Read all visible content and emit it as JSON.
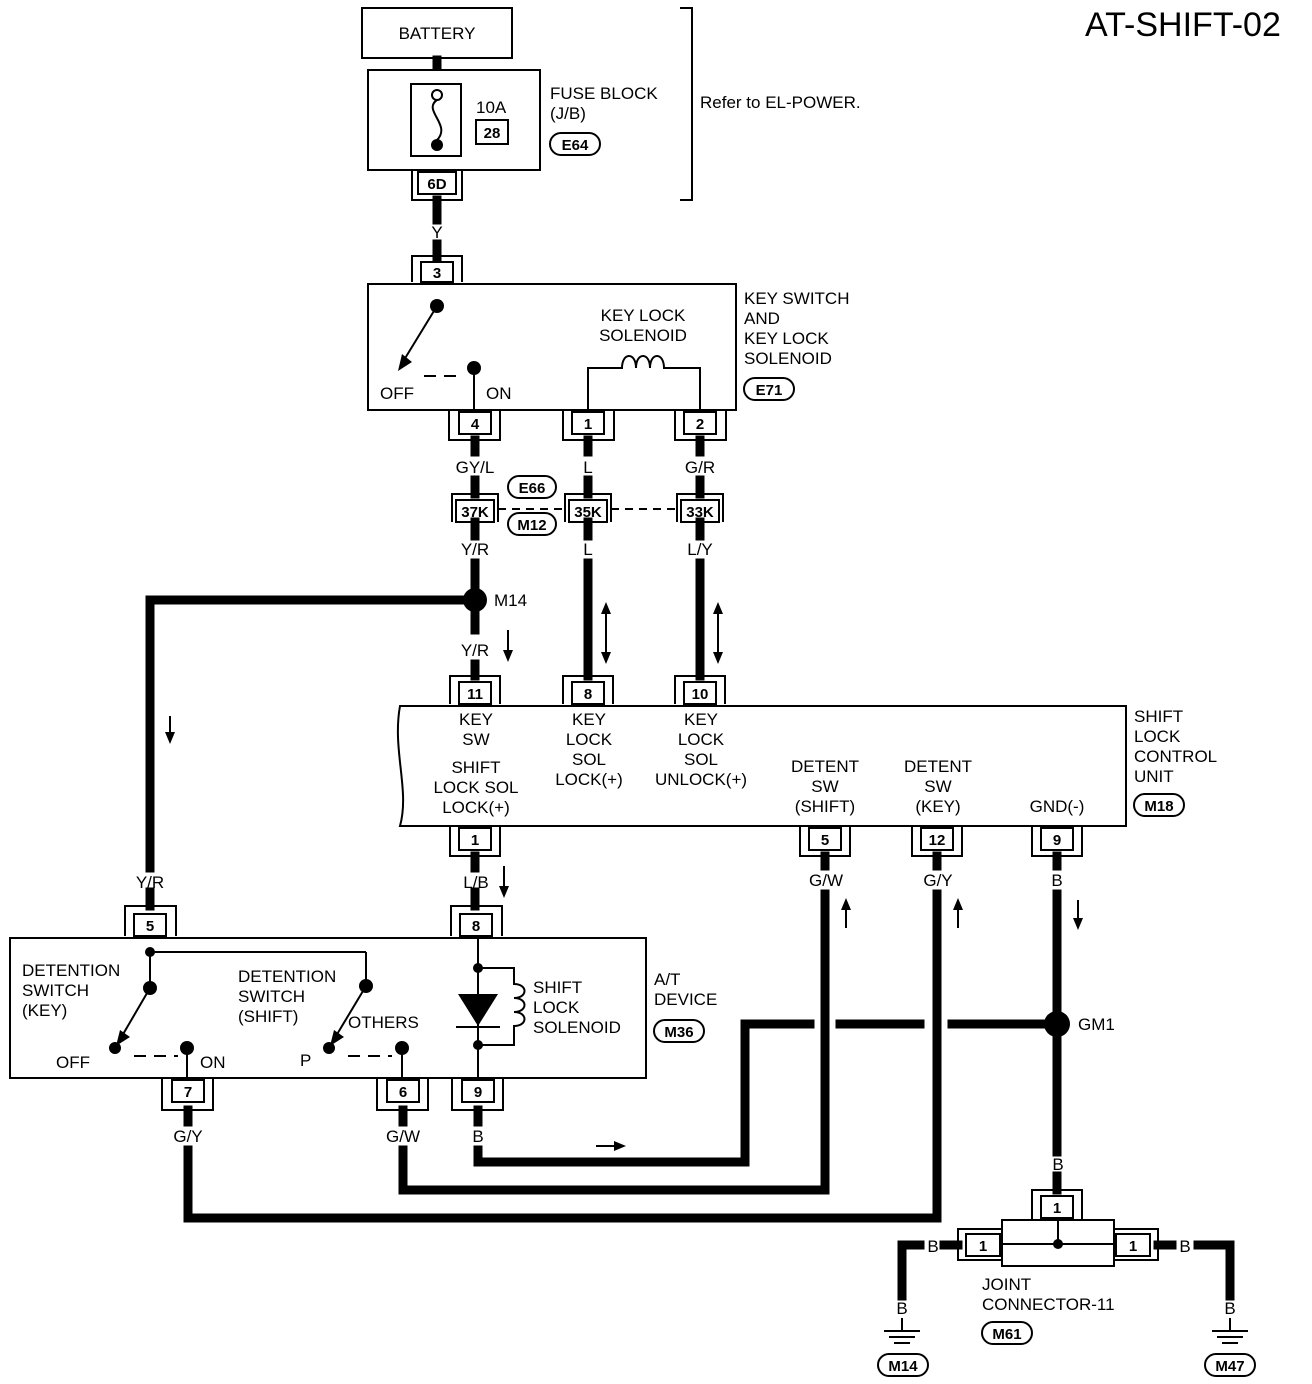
{
  "title": "AT-SHIFT-02",
  "battery": "BATTERY",
  "fuse_block": {
    "name": "FUSE BLOCK",
    "sub": "(J/B)",
    "connector": "E64",
    "amps": "10A",
    "fuse_no": "28",
    "pin": "6D",
    "refer": "Refer to EL-POWER."
  },
  "key_switch": {
    "name_lines": [
      "KEY SWITCH",
      "AND",
      "KEY LOCK",
      "SOLENOID"
    ],
    "connector": "E71",
    "solenoid_lines": [
      "KEY LOCK",
      "SOLENOID"
    ],
    "off": "OFF",
    "on": "ON",
    "pins": {
      "in": "3",
      "switch": "4",
      "sol1": "1",
      "sol2": "2"
    }
  },
  "wire_colors": {
    "y": "Y",
    "gyl": "GY/L",
    "l_top": "L",
    "gr": "G/R",
    "yr1": "Y/R",
    "l_mid": "L",
    "ly": "L/Y",
    "yr2": "Y/R",
    "yr_left": "Y/R",
    "lb": "L/B",
    "gw_right": "G/W",
    "gy_right": "G/Y",
    "b_gnd": "B",
    "gy_bottom": "G/Y",
    "gw_bottom": "G/W",
    "b_at": "B",
    "b_joint_top": "B",
    "b_left": "B",
    "b_right": "B",
    "b_m14": "B",
    "b_m47": "B"
  },
  "harness": {
    "conn_top": "E66",
    "conn_bottom": "M12",
    "pins": [
      "37K",
      "35K",
      "33K"
    ]
  },
  "splice_m14": "M14",
  "shift_lock_unit": {
    "name_lines": [
      "SHIFT",
      "LOCK",
      "CONTROL",
      "UNIT"
    ],
    "connector": "M18",
    "pins": {
      "key_sw": "11",
      "lock": "8",
      "unlock": "10",
      "shift_lock": "1",
      "detent_shift": "5",
      "detent_key": "12",
      "gnd": "9"
    },
    "key_sw_lines": [
      "KEY",
      "SW"
    ],
    "lock_lines": [
      "KEY",
      "LOCK",
      "SOL",
      "LOCK(+)"
    ],
    "unlock_lines": [
      "KEY",
      "LOCK",
      "SOL",
      "UNLOCK(+)"
    ],
    "shift_lock_lines": [
      "SHIFT",
      "LOCK SOL",
      "LOCK(+)"
    ],
    "detent_shift_lines": [
      "DETENT",
      "SW",
      "(SHIFT)"
    ],
    "detent_key_lines": [
      "DETENT",
      "SW",
      "(KEY)"
    ],
    "gnd": "GND(-)"
  },
  "at_device": {
    "name_lines": [
      "A/T",
      "DEVICE"
    ],
    "connector": "M36",
    "det_key_lines": [
      "DETENTION",
      "SWITCH",
      "(KEY)"
    ],
    "det_shift_lines": [
      "DETENTION",
      "SWITCH",
      "(SHIFT)"
    ],
    "others": "OTHERS",
    "off": "OFF",
    "on": "ON",
    "p": "P",
    "solenoid_lines": [
      "SHIFT",
      "LOCK",
      "SOLENOID"
    ],
    "pins": {
      "key": "5",
      "sol_top": "8",
      "gy": "7",
      "gw": "6",
      "b": "9"
    }
  },
  "splice_gm1": "GM1",
  "joint": {
    "name_lines": [
      "JOINT",
      "CONNECTOR-11"
    ],
    "connector": "M61",
    "pins": {
      "top": "1",
      "left": "1",
      "right": "1"
    }
  },
  "ground_left": "M14",
  "ground_right": "M47"
}
